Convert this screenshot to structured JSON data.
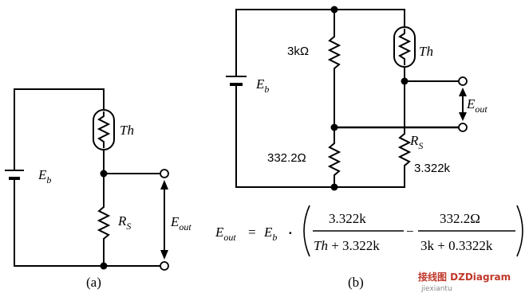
{
  "diagram_a": {
    "caption": "(a)",
    "labels": {
      "battery": "E",
      "battery_sub": "b",
      "thermistor": "Th",
      "rs": "R",
      "rs_sub": "S",
      "eout": "E",
      "eout_sub": "out"
    }
  },
  "diagram_b": {
    "caption": "(b)",
    "labels": {
      "battery": "E",
      "battery_sub": "b",
      "r_top": "3kΩ",
      "r_bottom": "332.2Ω",
      "thermistor": "Th",
      "rs": "R",
      "rs_sub": "S",
      "rs_value": "3.322k",
      "eout": "E",
      "eout_sub": "out"
    }
  },
  "equation": {
    "lhs": "E",
    "lhs_sub": "out",
    "equals": "=",
    "eb": "E",
    "eb_sub": "b",
    "dot": "·",
    "frac1_num": "3.322k",
    "frac1_den_th": "Th",
    "frac1_den_rest": " + 3.322k",
    "minus": "−",
    "frac2_num": "332.2Ω",
    "frac2_den": "3k + 0.3322k"
  },
  "watermark": {
    "text": "接线图 DZDiagram",
    "url": "jiexiantu"
  }
}
